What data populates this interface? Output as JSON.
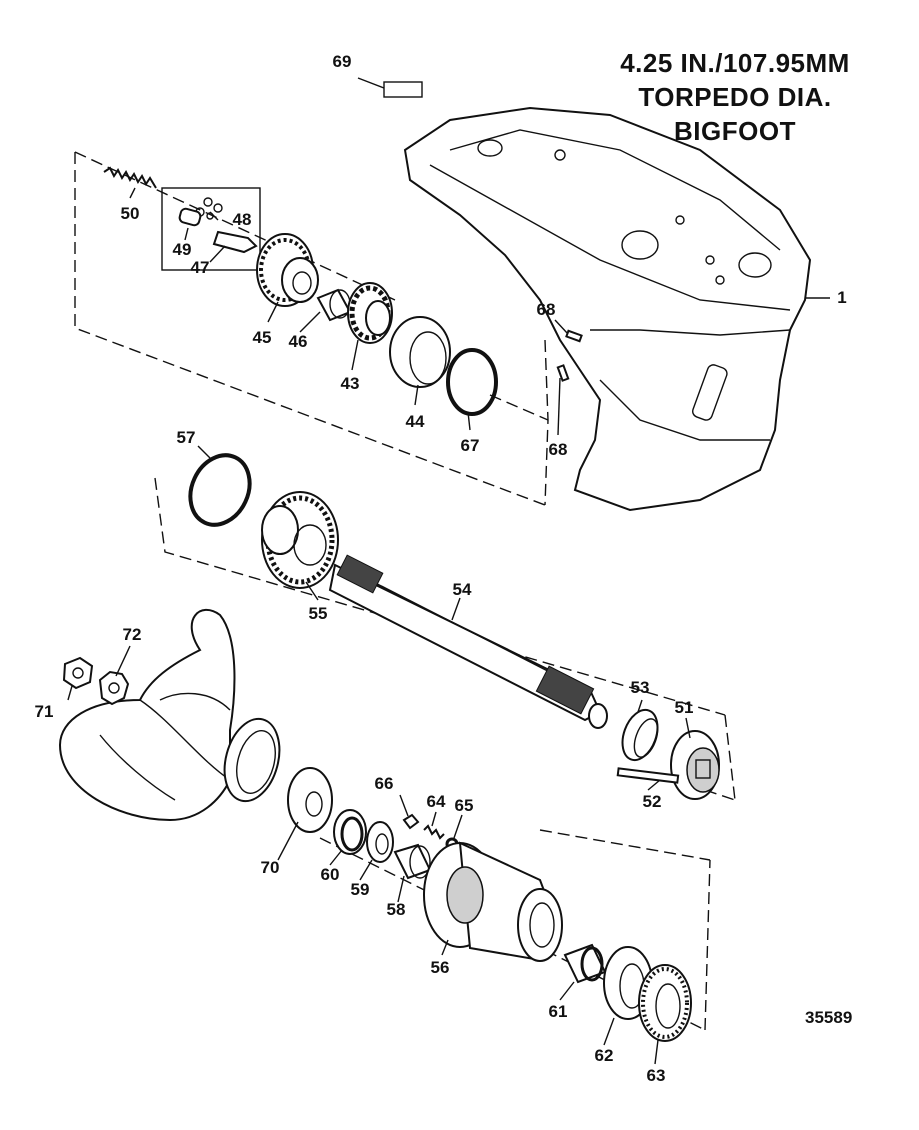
{
  "title": {
    "line1": "4.25 IN./107.95MM",
    "line2": "TORPEDO DIA.",
    "line3": "BIGFOOT"
  },
  "document_number": "35589",
  "callouts": [
    {
      "id": "c69",
      "label": "69"
    },
    {
      "id": "c1",
      "label": "1"
    },
    {
      "id": "c50",
      "label": "50"
    },
    {
      "id": "c48",
      "label": "48"
    },
    {
      "id": "c49",
      "label": "49"
    },
    {
      "id": "c47",
      "label": "47"
    },
    {
      "id": "c45",
      "label": "45"
    },
    {
      "id": "c46",
      "label": "46"
    },
    {
      "id": "c43",
      "label": "43"
    },
    {
      "id": "c44",
      "label": "44"
    },
    {
      "id": "c67",
      "label": "67"
    },
    {
      "id": "c68a",
      "label": "68"
    },
    {
      "id": "c68b",
      "label": "68"
    },
    {
      "id": "c57",
      "label": "57"
    },
    {
      "id": "c55",
      "label": "55"
    },
    {
      "id": "c54",
      "label": "54"
    },
    {
      "id": "c72",
      "label": "72"
    },
    {
      "id": "c71",
      "label": "71"
    },
    {
      "id": "c53",
      "label": "53"
    },
    {
      "id": "c51",
      "label": "51"
    },
    {
      "id": "c52",
      "label": "52"
    },
    {
      "id": "c66",
      "label": "66"
    },
    {
      "id": "c64",
      "label": "64"
    },
    {
      "id": "c65",
      "label": "65"
    },
    {
      "id": "c70",
      "label": "70"
    },
    {
      "id": "c60",
      "label": "60"
    },
    {
      "id": "c59",
      "label": "59"
    },
    {
      "id": "c58",
      "label": "58"
    },
    {
      "id": "c56",
      "label": "56"
    },
    {
      "id": "c61",
      "label": "61"
    },
    {
      "id": "c62",
      "label": "62"
    },
    {
      "id": "c63",
      "label": "63"
    }
  ]
}
